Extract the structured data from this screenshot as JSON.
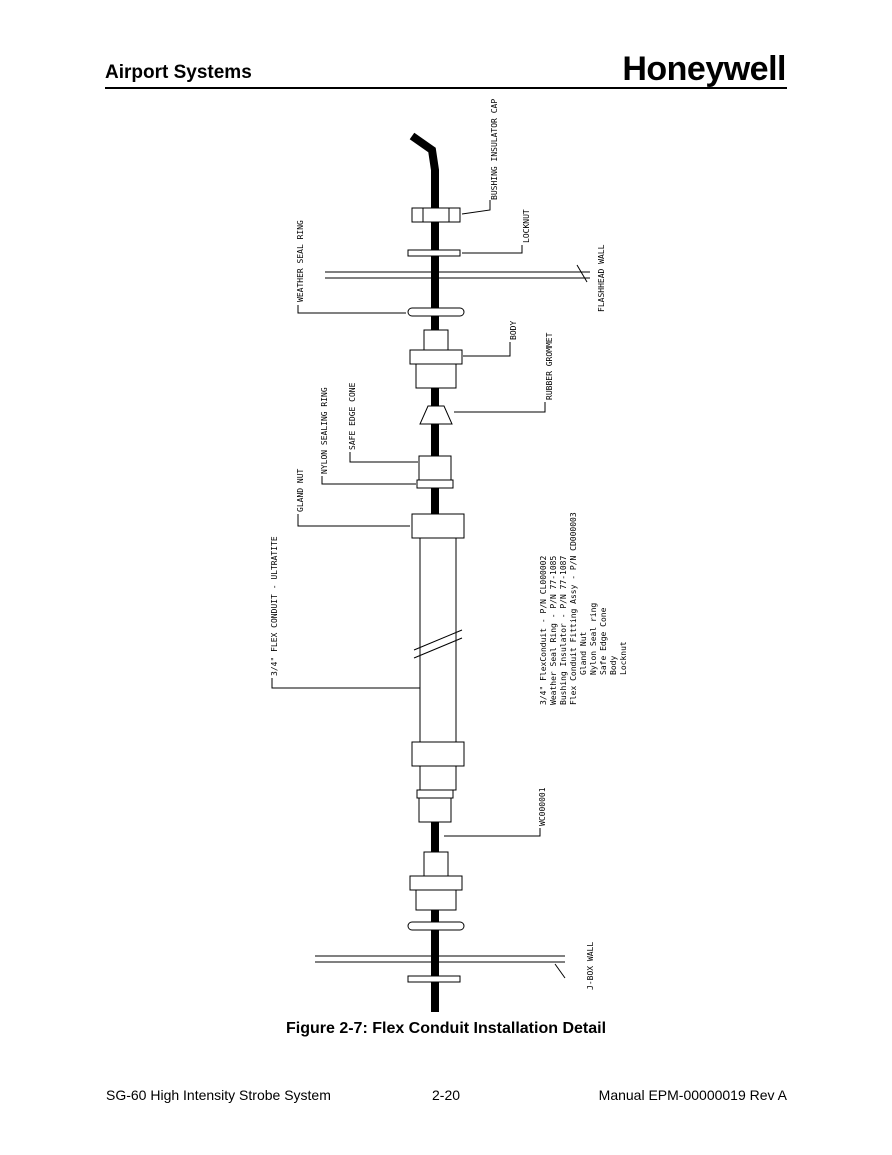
{
  "header": {
    "section": "Airport Systems",
    "logo": "Honeywell"
  },
  "figure": {
    "caption": "Figure 2-7: Flex Conduit Installation Detail",
    "labels": {
      "bushing_insulator_cap": "BUSHING INSULATOR CAP",
      "locknut": "LOCKNUT",
      "flashhead_wall": "FLASHHEAD WALL",
      "weather_seal_ring": "WEATHER SEAL RING",
      "body": "BODY",
      "rubber_grommet": "RUBBER GROMMET",
      "safe_edge_cone": "SAFE EDGE CONE",
      "nylon_sealing_ring": "NYLON SEALING RING",
      "gland_nut": "GLAND NUT",
      "flex_conduit": "3/4\" FLEX CONDUIT - ULTRATITE",
      "wc_part": "WC000001",
      "jbox_wall": "J-BOX WALL"
    },
    "parts_list": [
      "3/4\" FlexConduit - P/N CL000002",
      "Weather Seal Ring - P/N 77-1085",
      "Bushing Insulator - P/N 77-1087",
      "Flex Conduit Fitting Assy - P/N CD000003",
      "Gland Nut",
      "Nylon Seal ring",
      "Safe Edge Cone",
      "Body",
      "Locknut"
    ]
  },
  "footer": {
    "left": "SG-60 High Intensity Strobe System",
    "page": "2-20",
    "right": "Manual EPM-00000019 Rev A"
  }
}
